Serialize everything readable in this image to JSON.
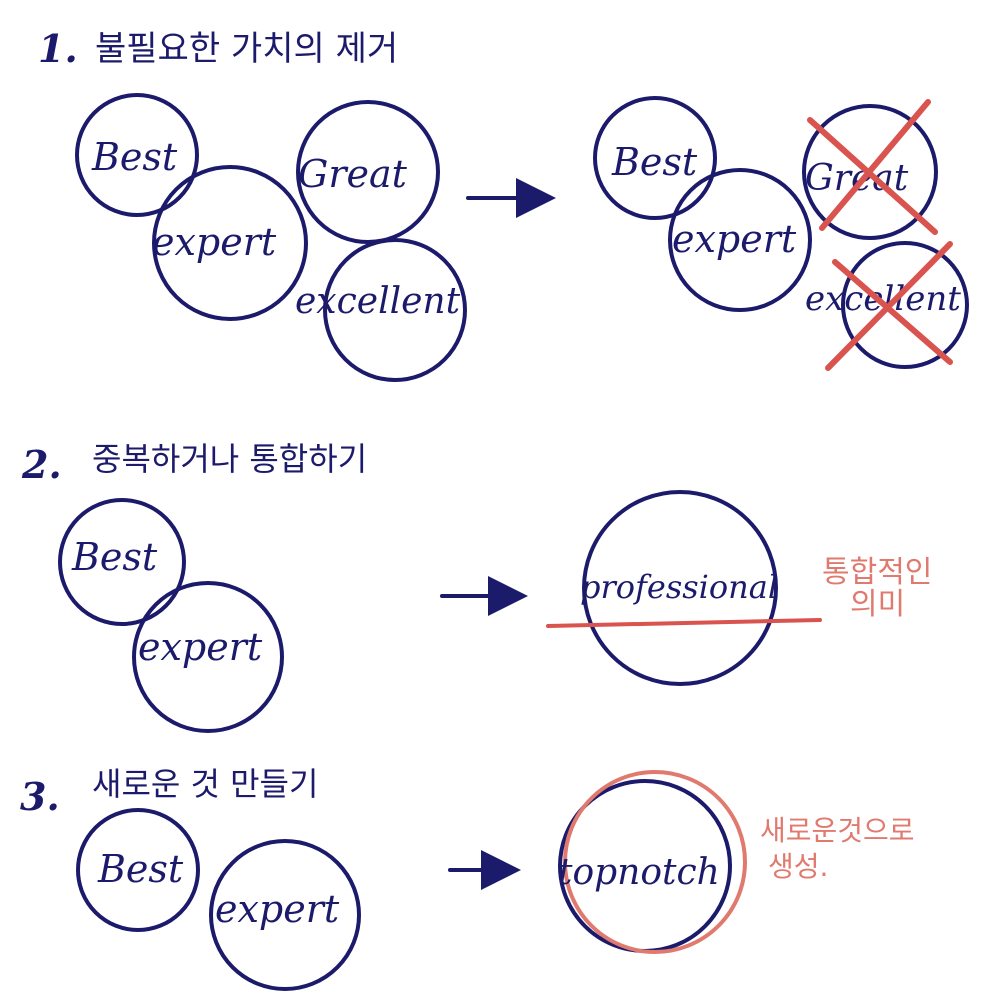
{
  "colors": {
    "ink": "#1c1a6b",
    "cross": "#d9534f",
    "annotation": "#e07a6e"
  },
  "sections": [
    {
      "number": "1.",
      "title": "불필요한 가치의 제거",
      "before": [
        "Best",
        "expert",
        "Great",
        "excellent"
      ],
      "after": [
        "Best",
        "expert",
        "Great",
        "excellent"
      ]
    },
    {
      "number": "2.",
      "title": "중복하거나 통합하기",
      "before": [
        "Best",
        "expert"
      ],
      "result": "professional",
      "note_line1": "통합적인",
      "note_line2": "의미"
    },
    {
      "number": "3.",
      "title": "새로운 것 만들기",
      "before": [
        "Best",
        "expert"
      ],
      "result": "topnotch",
      "note_line1": "새로운것으로",
      "note_line2": "생성."
    }
  ]
}
